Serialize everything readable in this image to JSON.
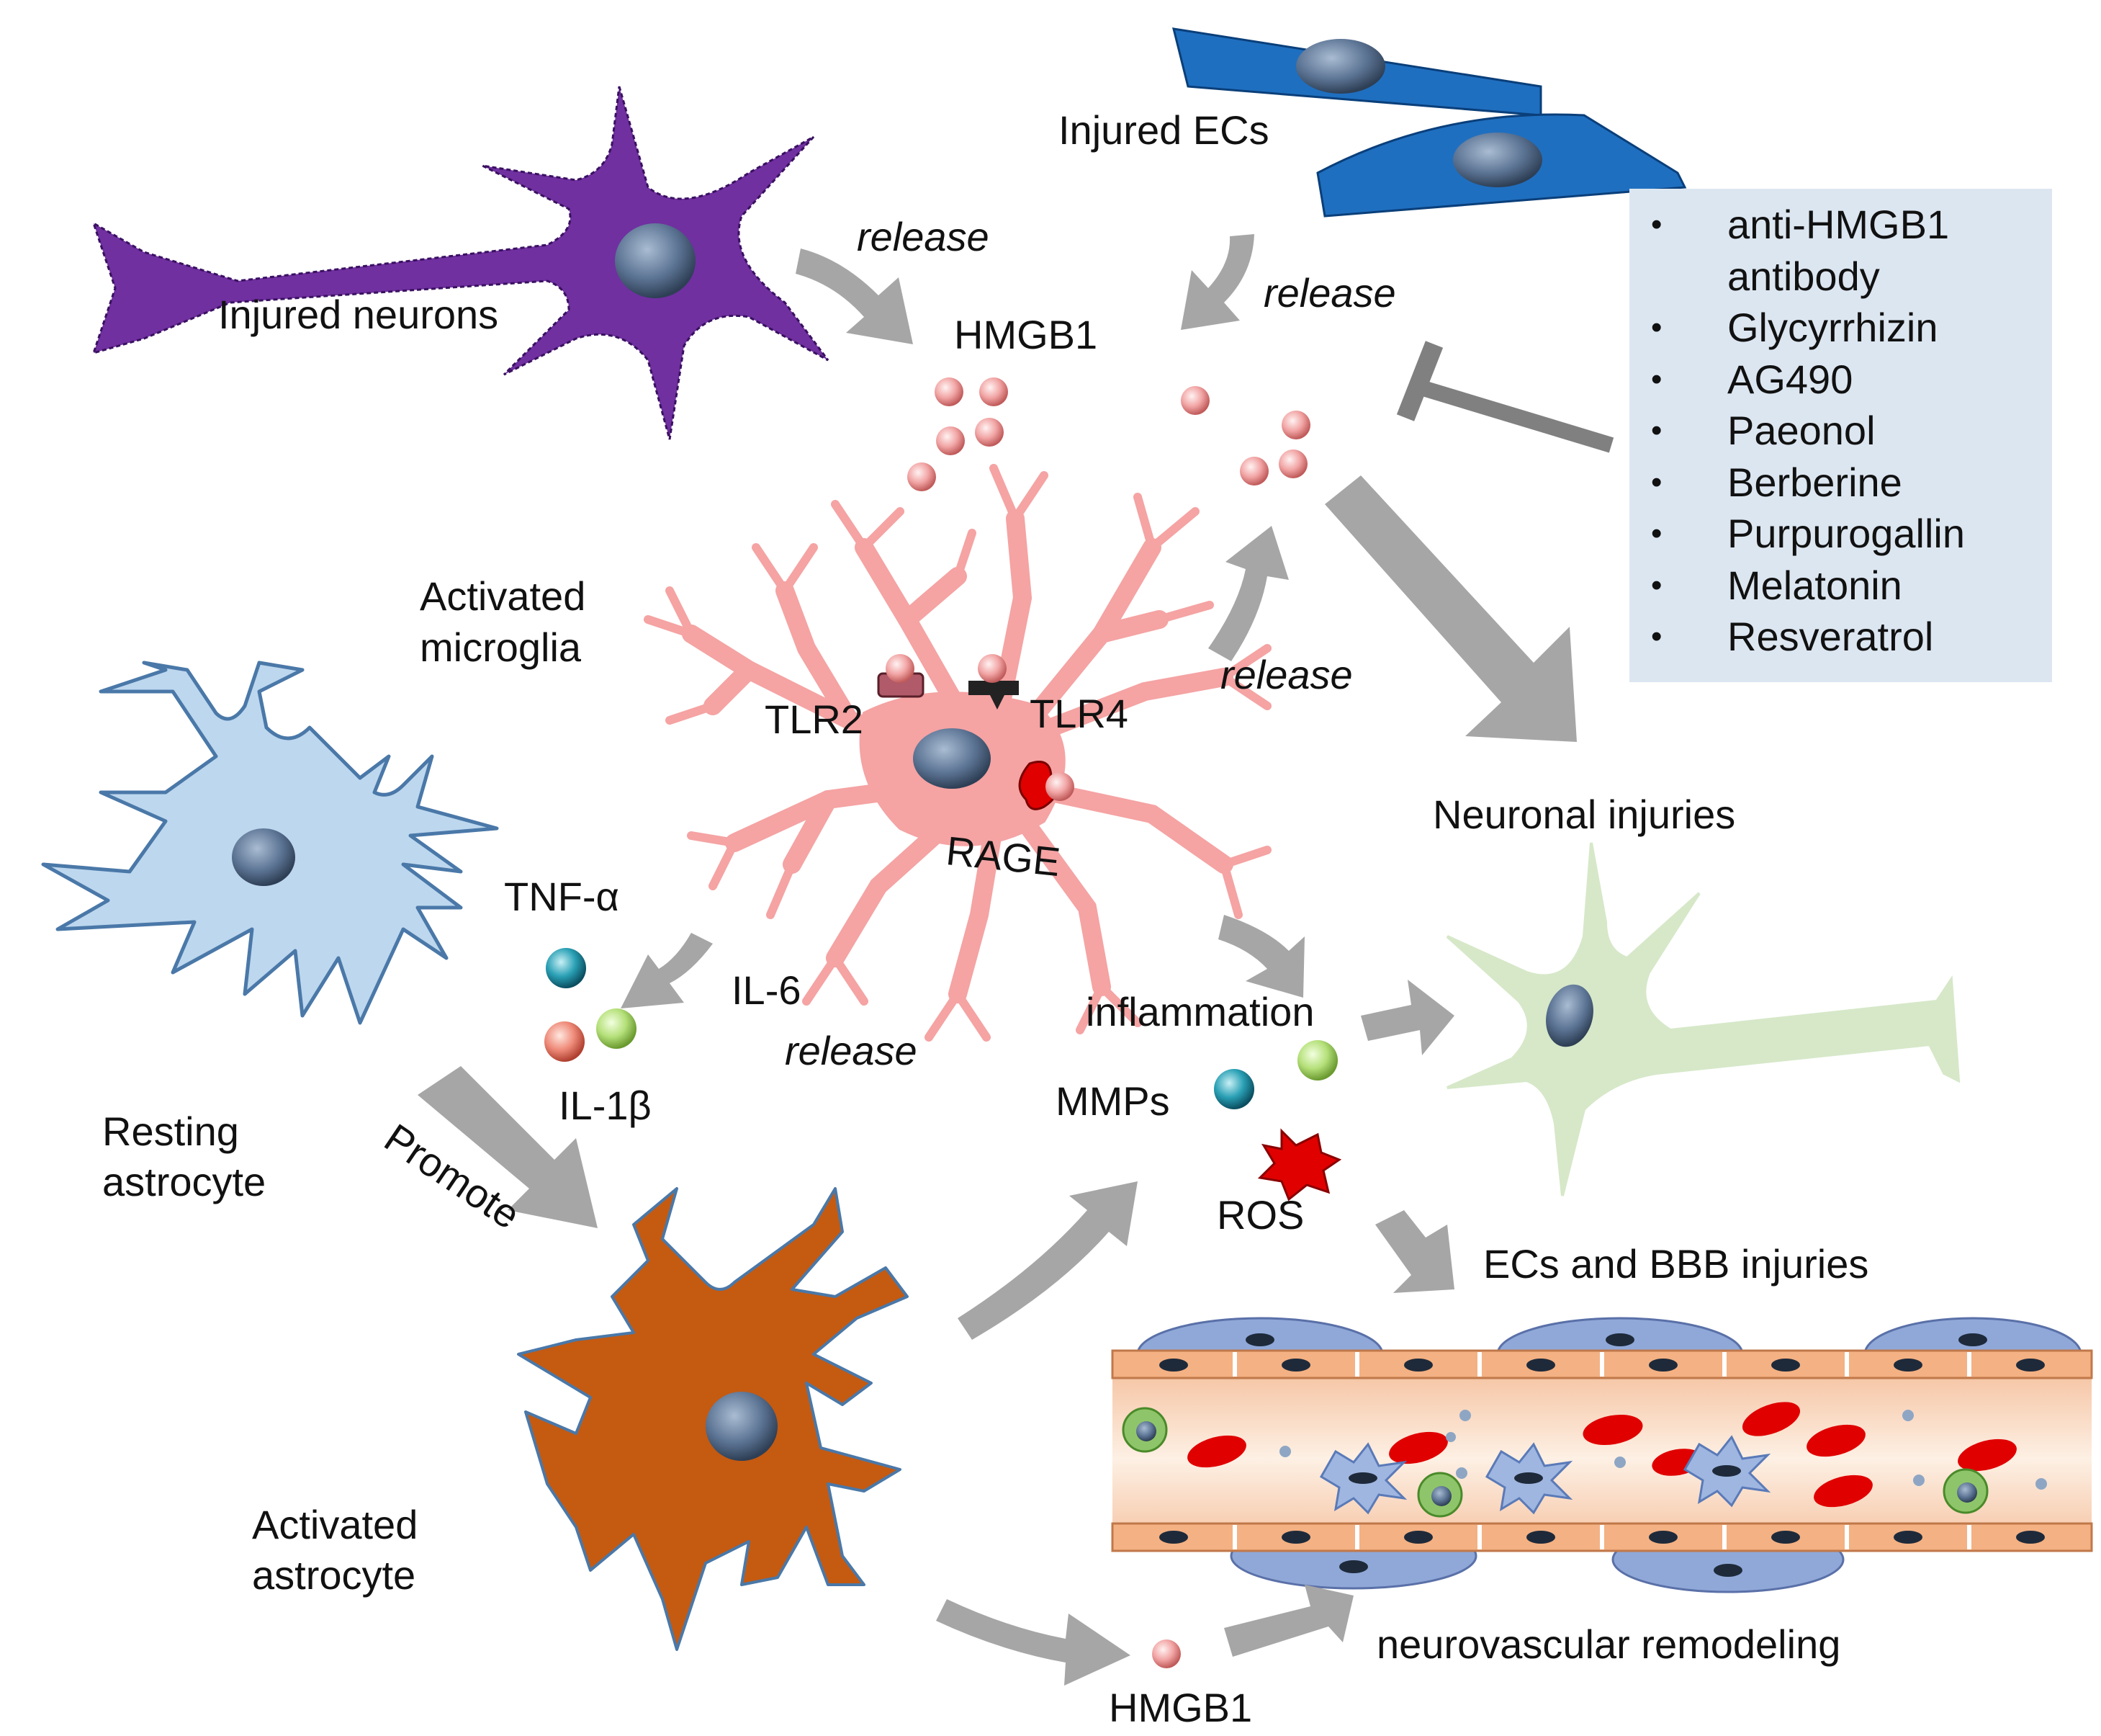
{
  "labels": {
    "injured_neurons": "Injured neurons",
    "injured_ecs": "Injured ECs",
    "release_neurons": "release",
    "release_ecs": "release",
    "release_microglia_up": "release",
    "release_microglia_down": "release",
    "hmgb1_top": "HMGB1",
    "hmgb1_bottom": "HMGB1",
    "activated_microglia_line1": "Activated",
    "activated_microglia_line2": "microglia",
    "tlr2": "TLR2",
    "tlr4": "TLR4",
    "rage": "RAGE",
    "tnf_alpha": "TNF-α",
    "il6": "IL-6",
    "il1b": "IL-1β",
    "resting_astrocyte_line1": "Resting",
    "resting_astrocyte_line2": "astrocyte",
    "promote": "Promote",
    "activated_astrocyte_line1": "Activated",
    "activated_astrocyte_line2": "astrocyte",
    "inflammation": "inflammation",
    "mmps": "MMPs",
    "ros": "ROS",
    "neuronal_injuries": "Neuronal injuries",
    "ecs_bbb_injuries": "ECs and BBB injuries",
    "neurovascular_remodeling": "neurovascular remodeling"
  },
  "inhibitors": {
    "bullet": "•",
    "items": [
      "anti-HMGB1 antibody",
      "Glycyrrhizin",
      "AG490",
      "Paeonol",
      "Berberine",
      "Purpurogallin",
      "Melatonin",
      "Resveratrol"
    ]
  },
  "colors": {
    "neuron_purple": "#7030a0",
    "ec_blue": "#1f6fc0",
    "microglia_pink": "#f5a3a3",
    "resting_astro": "#bdd7ee",
    "activated_astro": "#c55a11",
    "healthy_neuron": "#d6e8c8",
    "arrow_gray": "#a6a6a6",
    "hmgb1_dot": "#f2b8b8",
    "rbc_red": "#e00000",
    "inhibitor_box": "#dce6f1"
  }
}
